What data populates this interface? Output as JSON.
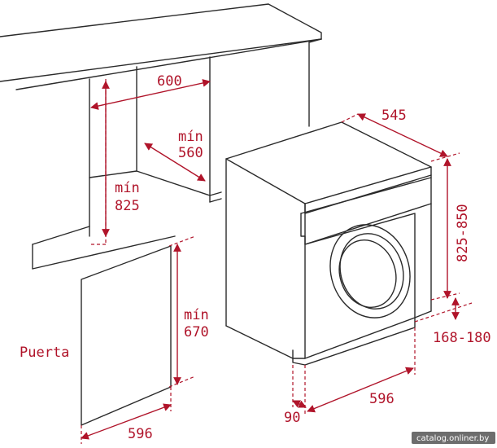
{
  "dimensions": {
    "niche_width": "600",
    "niche_depth_min": "mín",
    "niche_depth": "560",
    "niche_height_min": "mín",
    "niche_height": "825",
    "door_height_min": "mín",
    "door_height": "670",
    "door_label": "Puerta",
    "door_width": "596",
    "machine_depth": "545",
    "machine_height": "825-850",
    "plinth_height": "168-180",
    "machine_width": "596",
    "door_offset": "90"
  },
  "watermark": "catalog.onliner.by",
  "colors": {
    "line": "#2a2a2a",
    "dimension": "#b0142a"
  }
}
